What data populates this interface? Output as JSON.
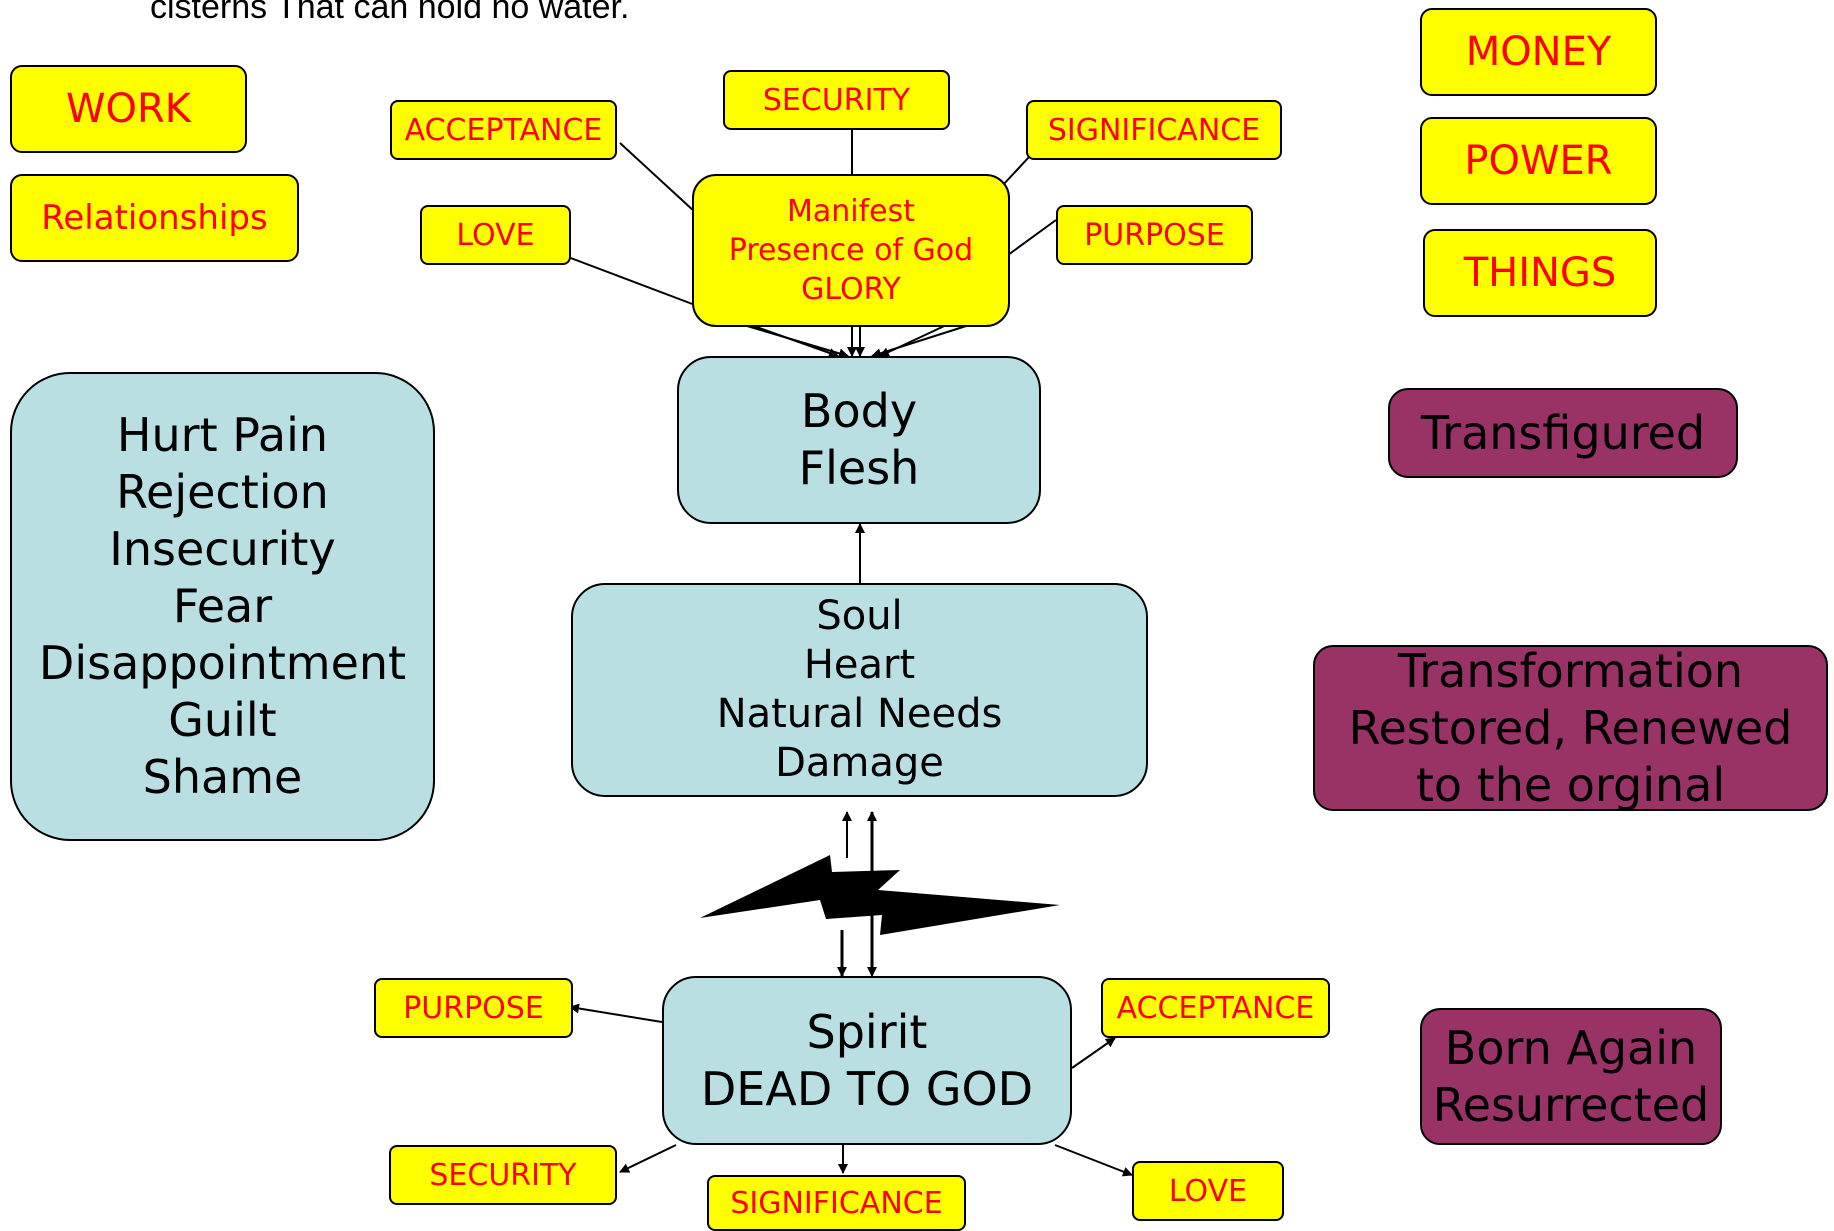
{
  "caption": "cisterns That can hold no water.",
  "left_needs": {
    "work": "WORK",
    "relationships": "Relationships",
    "wounds": "Hurt Pain\nRejection\nInsecurity\nFear\nDisappointment\nGuilt\nShame"
  },
  "right_sources": {
    "money": "MONEY",
    "power": "POWER",
    "things": "THINGS"
  },
  "stages": {
    "transfigured": "Transfigured",
    "transformation": "Transformation\nRestored, Renewed\nto the orginal",
    "born_again": "Born Again\nResurrected"
  },
  "top_needs": {
    "acceptance": "ACCEPTANCE",
    "security": "SECURITY",
    "significance": "SIGNIFICANCE",
    "love": "LOVE",
    "purpose": "PURPOSE"
  },
  "glory": "Manifest\nPresence of God\nGLORY",
  "body": "Body\nFlesh",
  "soul": "Soul\nHeart\nNatural Needs\nDamage",
  "spirit": "Spirit\nDEAD TO GOD",
  "bottom_needs": {
    "purpose": "PURPOSE",
    "acceptance": "ACCEPTANCE",
    "security": "SECURITY",
    "significance": "SIGNIFICANCE",
    "love": "LOVE"
  },
  "colors": {
    "yellow_fill": "#ffff00",
    "red_text": "#ff0000",
    "blue_fill": "#b9dfe3",
    "maroon_fill": "#993366"
  }
}
